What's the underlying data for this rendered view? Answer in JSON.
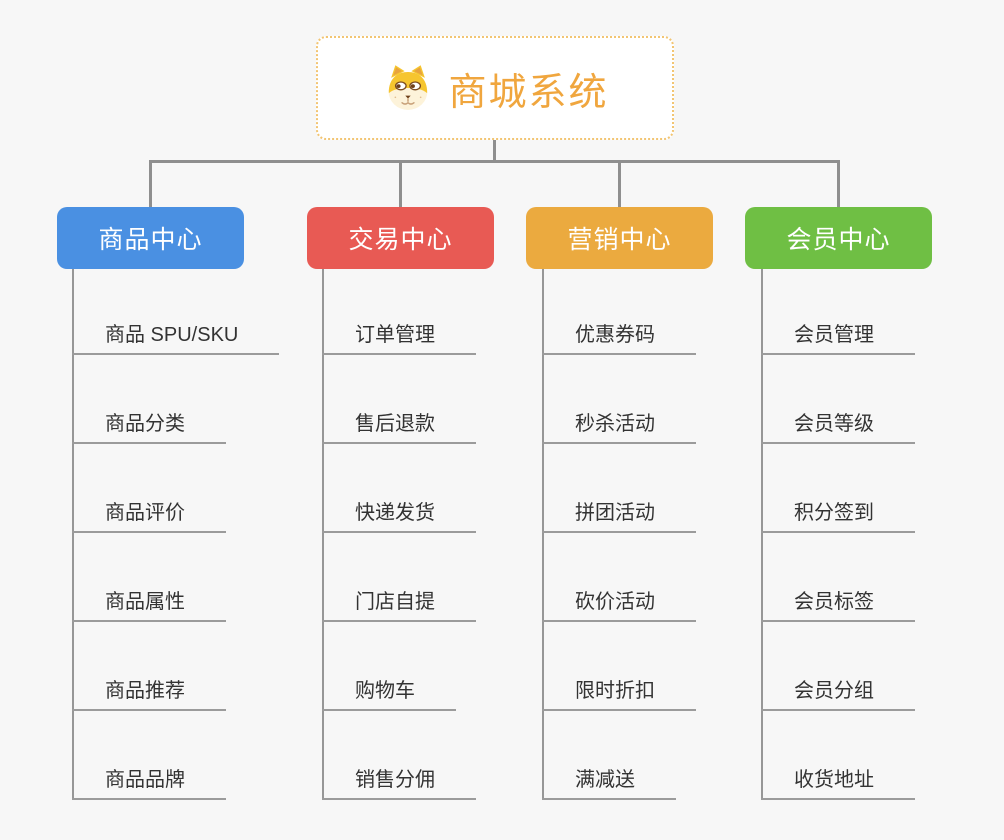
{
  "root": {
    "label": "商城系统",
    "icon": "dog-face-icon"
  },
  "branches": [
    {
      "label": "商品中心",
      "color": "#4a90e2",
      "items": [
        "商品 SPU/SKU",
        "商品分类",
        "商品评价",
        "商品属性",
        "商品推荐",
        "商品品牌"
      ]
    },
    {
      "label": "交易中心",
      "color": "#e85a54",
      "items": [
        "订单管理",
        "售后退款",
        "快递发货",
        "门店自提",
        "购物车",
        "销售分佣"
      ]
    },
    {
      "label": "营销中心",
      "color": "#ebaa3f",
      "items": [
        "优惠券码",
        "秒杀活动",
        "拼团活动",
        "砍价活动",
        "限时折扣",
        "满减送"
      ]
    },
    {
      "label": "会员中心",
      "color": "#6fbf44",
      "items": [
        "会员管理",
        "会员等级",
        "积分签到",
        "会员标签",
        "会员分组",
        "收货地址"
      ]
    }
  ],
  "colors": {
    "background": "#f7f7f7",
    "connector": "#8f8f8f",
    "leaf_underline": "#9b9b9b",
    "root_text": "#f0a63e",
    "root_border": "#f2c573",
    "leaf_text": "#333333"
  }
}
